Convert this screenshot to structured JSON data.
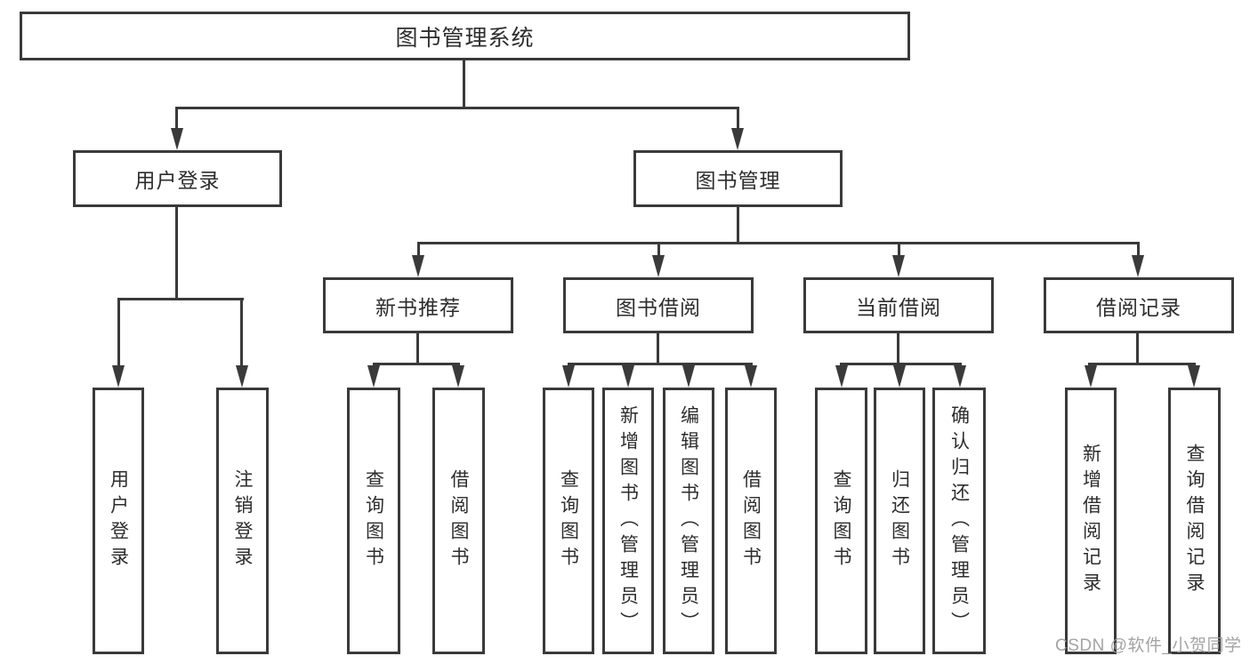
{
  "diagram": {
    "root": {
      "label": "图书管理系统"
    },
    "branches": [
      {
        "label": "用户登录",
        "children": [
          {
            "label": "用户登录"
          },
          {
            "label": "注销登录"
          }
        ]
      },
      {
        "label": "图书管理",
        "children": [
          {
            "label": "新书推荐",
            "children": [
              {
                "label": "查询图书"
              },
              {
                "label": "借阅图书"
              }
            ]
          },
          {
            "label": "图书借阅",
            "children": [
              {
                "label": "查询图书"
              },
              {
                "label": "新增图书（管理员）"
              },
              {
                "label": "编辑图书（管理员）"
              },
              {
                "label": "借阅图书"
              }
            ]
          },
          {
            "label": "当前借阅",
            "children": [
              {
                "label": "查询图书"
              },
              {
                "label": "归还图书"
              },
              {
                "label": "确认归还（管理员）"
              }
            ]
          },
          {
            "label": "借阅记录",
            "children": [
              {
                "label": "新增借阅记录"
              },
              {
                "label": "查询借阅记录"
              }
            ]
          }
        ]
      }
    ]
  },
  "watermark": {
    "text": "CSDN @软件_小贺同学"
  },
  "colors": {
    "line": "#3a3a3a",
    "text": "#2d2d2d",
    "watermark": "#9a9a9a",
    "background": "#ffffff"
  }
}
